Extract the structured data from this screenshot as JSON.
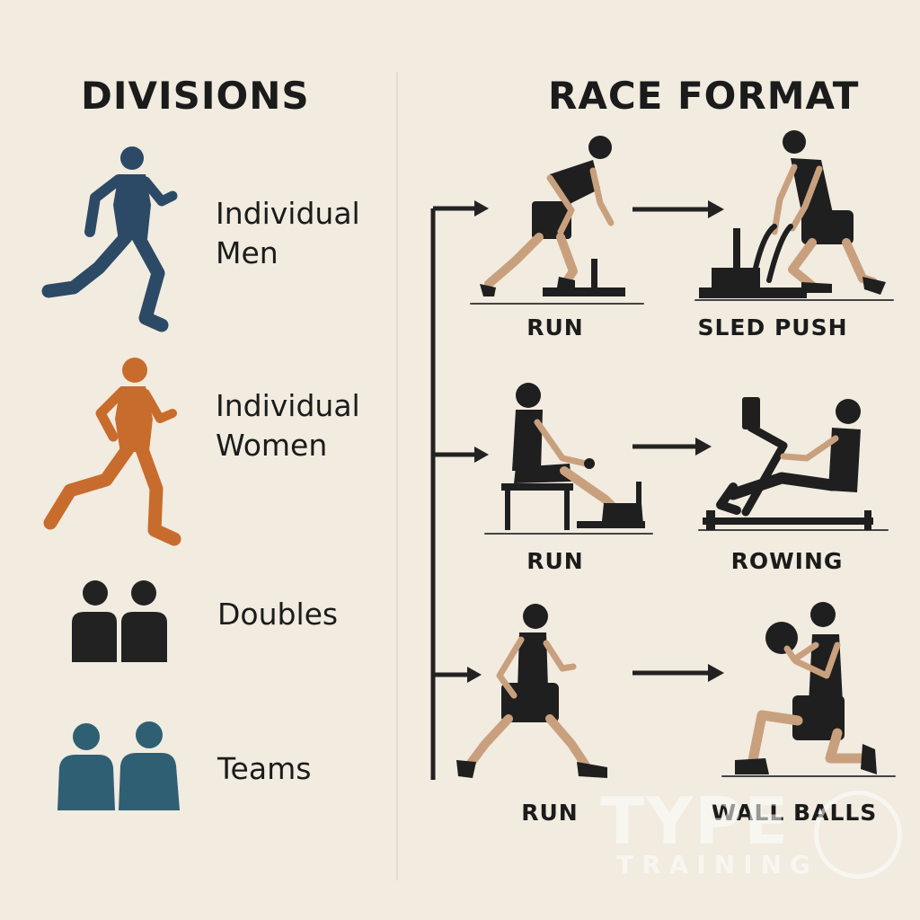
{
  "divisions": {
    "heading": "DIVISIONS",
    "items": [
      {
        "label": "Individual Men",
        "icon": "runner-man-icon",
        "color": "#2c4a66"
      },
      {
        "label": "Individual Women",
        "icon": "runner-woman-icon",
        "color": "#c86c2e"
      },
      {
        "label": "Doubles",
        "icon": "two-people-icon",
        "color": "#222222"
      },
      {
        "label": "Teams",
        "icon": "team-icon",
        "color": "#2f5f73"
      }
    ]
  },
  "race_format": {
    "heading": "RACE FORMAT",
    "rows": [
      {
        "run": "RUN",
        "station": "SLED PUSH"
      },
      {
        "run": "RUN",
        "station": "ROWING"
      },
      {
        "run": "RUN",
        "station": "WALL BALLS"
      }
    ]
  },
  "watermark": {
    "brand": "TYPE",
    "sub": "TRAINING"
  }
}
